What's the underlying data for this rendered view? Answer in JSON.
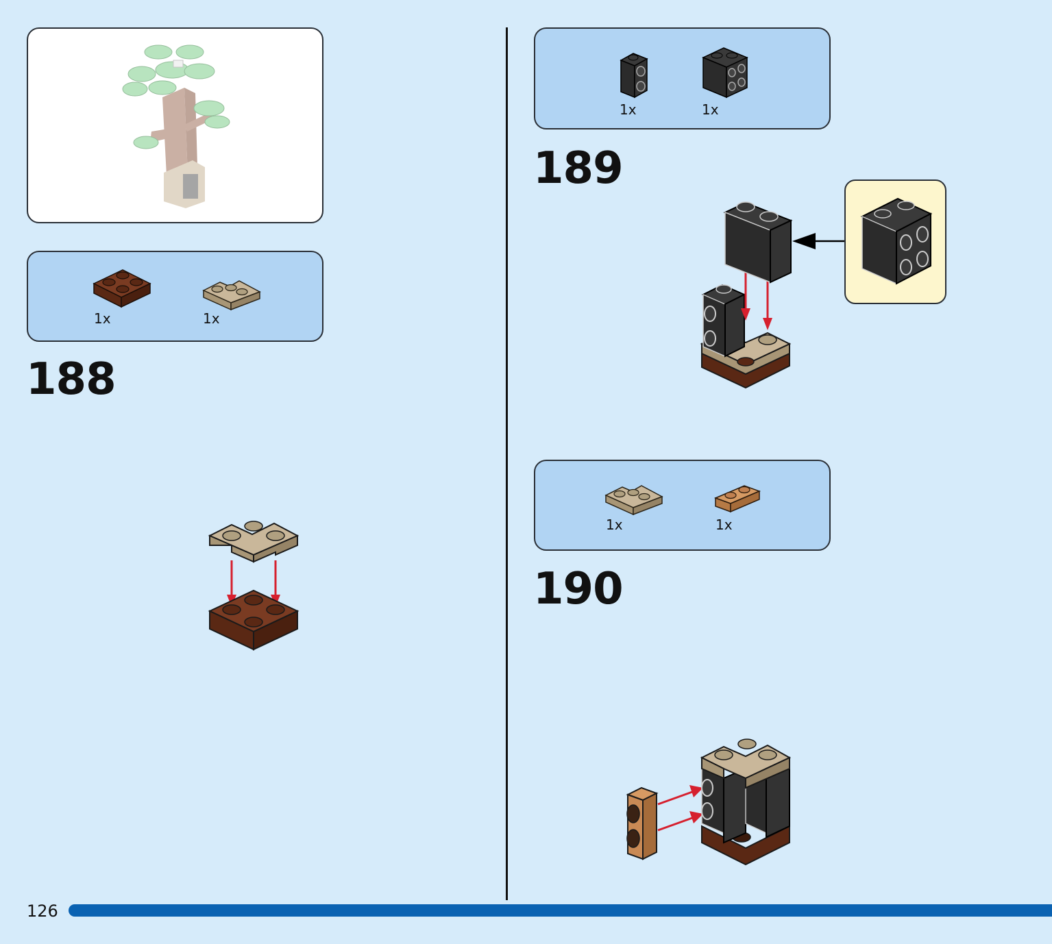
{
  "page": {
    "number": "126"
  },
  "steps": [
    {
      "number": "188",
      "parts": [
        {
          "qty": "1x",
          "icon": "plate-2x2-reddish-brown"
        },
        {
          "qty": "1x",
          "icon": "plate-corner-dark-tan"
        }
      ]
    },
    {
      "number": "189",
      "parts": [
        {
          "qty": "1x",
          "icon": "brick-1x2-studs-side-black"
        },
        {
          "qty": "1x",
          "icon": "brick-2x2-studs-side-black"
        }
      ]
    },
    {
      "number": "190",
      "parts": [
        {
          "qty": "1x",
          "icon": "plate-corner-dark-tan"
        },
        {
          "qty": "1x",
          "icon": "plate-1x2-medium-nougat"
        }
      ]
    }
  ],
  "colors": {
    "background": "#d6ebfa",
    "parts_panel": "#b1d4f3",
    "callout": "#fdf6cd",
    "progress_bar": "#0a62b2",
    "arrow": "#d6202e",
    "reddish_brown": "#6b2f18",
    "dark_tan": "#b8a88a",
    "black_brick": "#2b2b2b",
    "medium_nougat": "#c98a55"
  }
}
